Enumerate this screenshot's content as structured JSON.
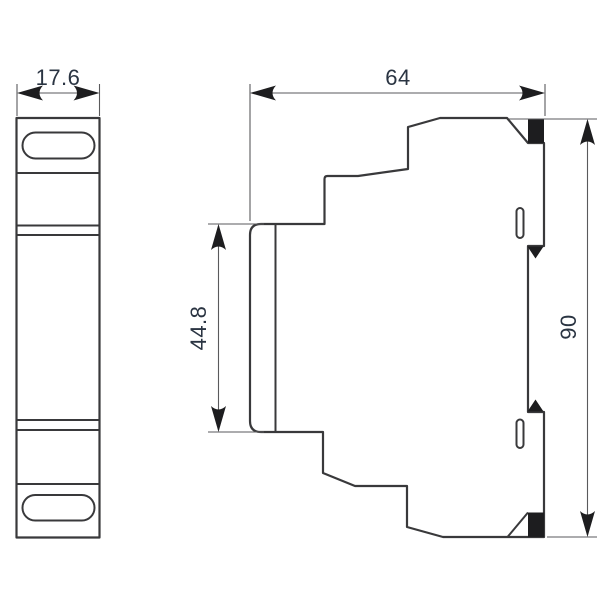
{
  "drawing": {
    "type": "technical-dimension-drawing",
    "views": {
      "front": {
        "name": "front-view"
      },
      "side": {
        "name": "side-profile-view"
      }
    },
    "dimensions": {
      "front_width": "17.6",
      "side_depth": "64",
      "side_height": "90",
      "terminal_height": "44.8"
    },
    "colors": {
      "outline": "#39393b",
      "thin_line": "#5a5a5c",
      "clamp_fill": "#1d1d1f",
      "dimension_text": "#2a3442",
      "background": "#ffffff"
    }
  }
}
